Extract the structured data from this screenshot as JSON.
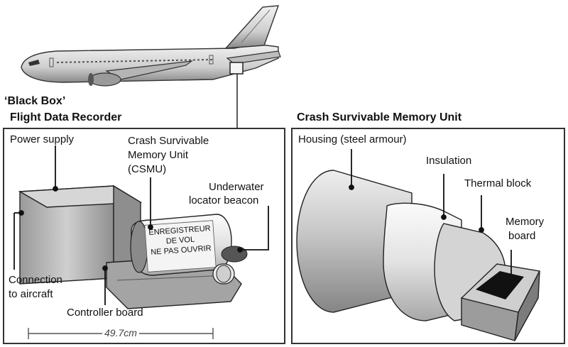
{
  "title": {
    "line1": "‘Black Box’",
    "line2": "Flight Data Recorder"
  },
  "right_title": "Crash Survivable Memory Unit",
  "left_panel": {
    "power_supply": "Power supply",
    "csmu": [
      "Crash Survivable",
      "Memory Unit",
      "(CSMU)"
    ],
    "beacon": [
      "Underwater",
      "locator beacon"
    ],
    "connection": [
      "Connection",
      "to aircraft"
    ],
    "controller": "Controller board",
    "dimension": "49.7cm",
    "device_text": [
      "ENREGISTREUR",
      "DE VOL",
      "NE PAS OUVRIR"
    ]
  },
  "right_panel": {
    "housing": "Housing (steel armour)",
    "insulation": "Insulation",
    "thermal": "Thermal block",
    "memory": [
      "Memory",
      "board"
    ]
  },
  "colors": {
    "ink": "#111111",
    "line": "#222222",
    "panel_border": "#333333",
    "metal_light": "#d9d9d9",
    "metal_mid": "#a8a8a8",
    "metal_dark": "#6a6a6a"
  }
}
